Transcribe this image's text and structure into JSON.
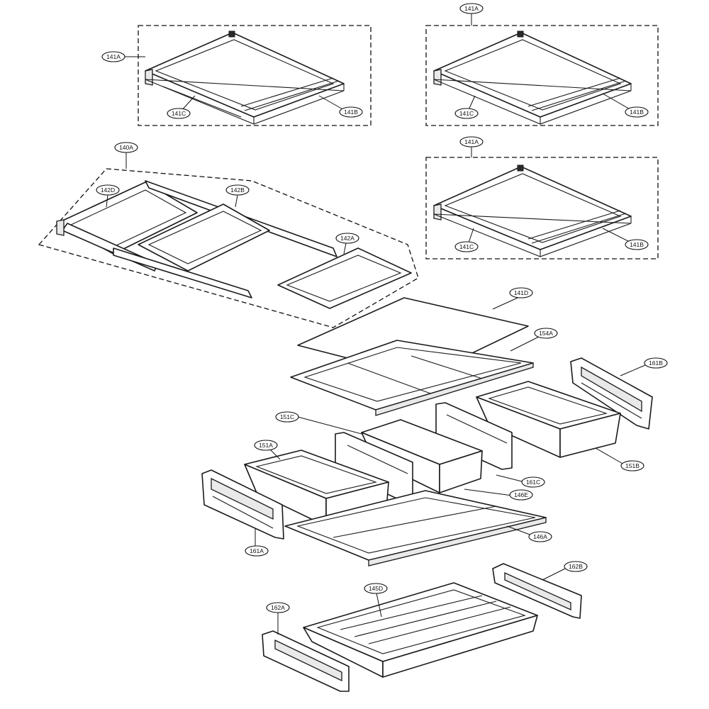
{
  "callouts": {
    "top_left_141A": "141A",
    "top_left_141C": "141C",
    "top_left_141B": "141B",
    "top_right_141A": "141A",
    "top_right_141C": "141C",
    "top_right_141B": "141B",
    "mid_right_141A": "141A",
    "mid_right_141C": "141C",
    "mid_right_141B": "141B",
    "assembly_140A": "140A",
    "frame_142D": "142D",
    "glass_142B": "142B",
    "glass_142A": "142A",
    "glass_141D": "141D",
    "cover_154A": "154A",
    "rail_161B": "161B",
    "bin_151C": "151C",
    "bin_151A": "151A",
    "bin_151B": "151B",
    "divider_161C": "161C",
    "cover_146E": "146E",
    "cover_146A": "146A",
    "rail_161A": "161A",
    "rail_162B": "162B",
    "drawer_145D": "145D",
    "rail_162A": "162A"
  },
  "colors": {
    "line": "#1a1a1a",
    "background": "#ffffff",
    "shade": "#e9e9e9"
  }
}
